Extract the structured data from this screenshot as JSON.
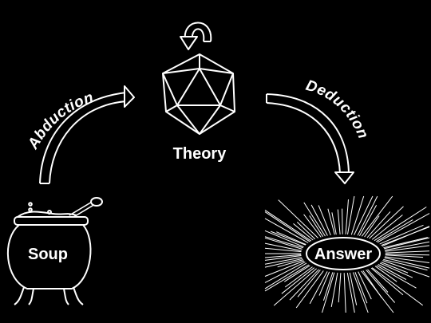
{
  "nodes": {
    "theory": "Theory",
    "soup": "Soup",
    "answer": "Answer"
  },
  "arrows": {
    "left": "Abduction",
    "right": "Deduction"
  },
  "colors": {
    "background": "#000000",
    "foreground": "#ffffff"
  }
}
